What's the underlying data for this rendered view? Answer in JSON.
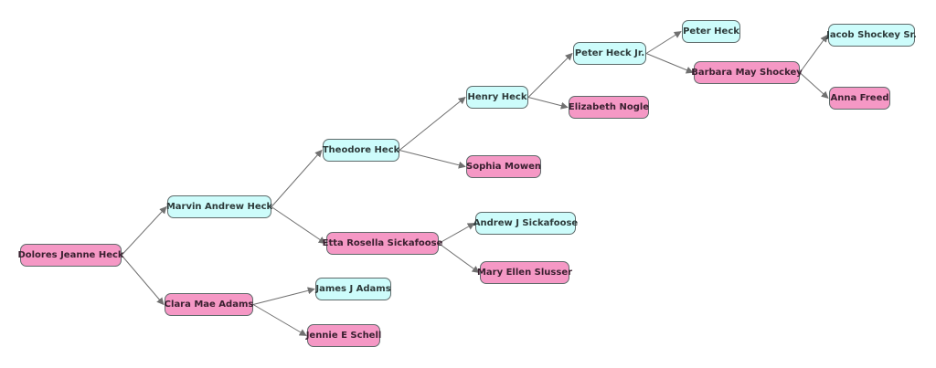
{
  "colors": {
    "male_fill": "#cdfcfb",
    "female_fill": "#f598c5",
    "edge": "#707070"
  },
  "people": [
    {
      "id": "p0",
      "name": "Dolores Jeanne Heck",
      "sex": "female"
    },
    {
      "id": "p1",
      "name": "Marvin Andrew Heck",
      "sex": "male"
    },
    {
      "id": "p2",
      "name": "Clara Mae Adams",
      "sex": "female"
    },
    {
      "id": "p3",
      "name": "Theodore Heck",
      "sex": "male"
    },
    {
      "id": "p4",
      "name": "Etta Rosella Sickafoose",
      "sex": "female"
    },
    {
      "id": "p5",
      "name": "James J Adams",
      "sex": "male"
    },
    {
      "id": "p6",
      "name": "Jennie E Schell",
      "sex": "female"
    },
    {
      "id": "p7",
      "name": "Henry Heck",
      "sex": "male"
    },
    {
      "id": "p8",
      "name": "Sophia Mowen",
      "sex": "female"
    },
    {
      "id": "p9",
      "name": "Andrew J Sickafoose",
      "sex": "male"
    },
    {
      "id": "p10",
      "name": "Mary Ellen Slusser",
      "sex": "female"
    },
    {
      "id": "p11",
      "name": "Peter Heck Jr.",
      "sex": "male"
    },
    {
      "id": "p12",
      "name": "Elizabeth Nogle",
      "sex": "female"
    },
    {
      "id": "p13",
      "name": "Peter Heck",
      "sex": "male"
    },
    {
      "id": "p14",
      "name": "Barbara May Shockey",
      "sex": "female"
    },
    {
      "id": "p15",
      "name": "Jacob Shockey Sr.",
      "sex": "male"
    },
    {
      "id": "p16",
      "name": "Anna Freed",
      "sex": "female"
    }
  ],
  "edges": [
    [
      "p0",
      "p1"
    ],
    [
      "p0",
      "p2"
    ],
    [
      "p1",
      "p3"
    ],
    [
      "p1",
      "p4"
    ],
    [
      "p2",
      "p5"
    ],
    [
      "p2",
      "p6"
    ],
    [
      "p3",
      "p7"
    ],
    [
      "p3",
      "p8"
    ],
    [
      "p4",
      "p9"
    ],
    [
      "p4",
      "p10"
    ],
    [
      "p7",
      "p11"
    ],
    [
      "p7",
      "p12"
    ],
    [
      "p11",
      "p13"
    ],
    [
      "p11",
      "p14"
    ],
    [
      "p14",
      "p15"
    ],
    [
      "p14",
      "p16"
    ]
  ]
}
